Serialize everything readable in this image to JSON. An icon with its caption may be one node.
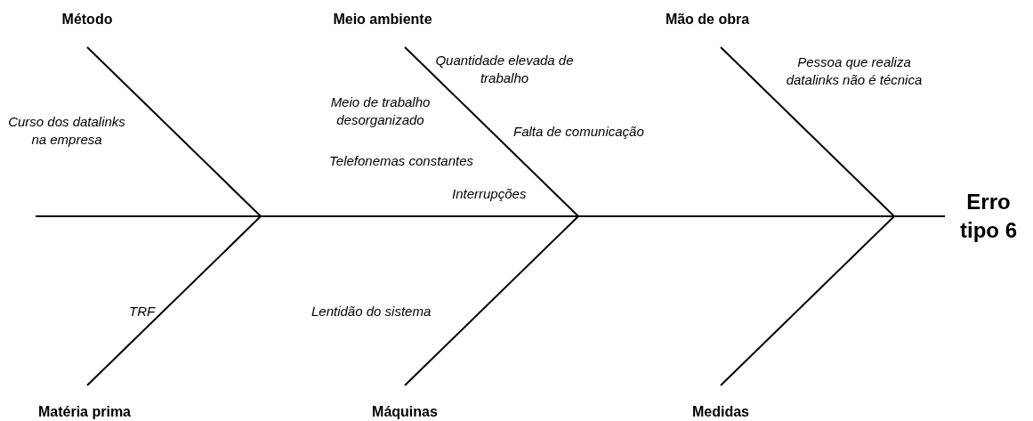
{
  "diagram": {
    "nodes": [
      {
        "text": [
          "Método"
        ]
      },
      {
        "text": [
          "Meio ambiente"
        ]
      },
      {
        "text": [
          "Mão de obra"
        ]
      },
      {
        "text": [
          "Matéria prima"
        ]
      },
      {
        "text": [
          "Máquinas"
        ]
      },
      {
        "text": [
          "Medidas"
        ]
      },
      {
        "text": [
          "Erro tipo 6"
        ]
      }
    ],
    "edges": [
      {
        "from": null,
        "to": 6,
        "arrow": "none"
      },
      {
        "from": 0,
        "to": null,
        "arrow": "none"
      },
      {
        "from": 1,
        "to": null,
        "arrow": "none"
      },
      {
        "from": 2,
        "to": null,
        "arrow": "none"
      },
      {
        "from": 3,
        "to": null,
        "arrow": "none"
      },
      {
        "from": 4,
        "to": null,
        "arrow": "none"
      },
      {
        "from": 5,
        "to": null,
        "arrow": "none"
      }
    ],
    "labels": [
      "Quantidade elevada de trabalho",
      "Pessoa que realiza datalinks não é técnica",
      "Curso dos datalinks na empresa",
      "Meio de trabalho desorganizado",
      "Falta de comunicação",
      "Telefonemas constantes",
      "Interrupções",
      "TRF",
      "Lentidão do sistema"
    ]
  }
}
